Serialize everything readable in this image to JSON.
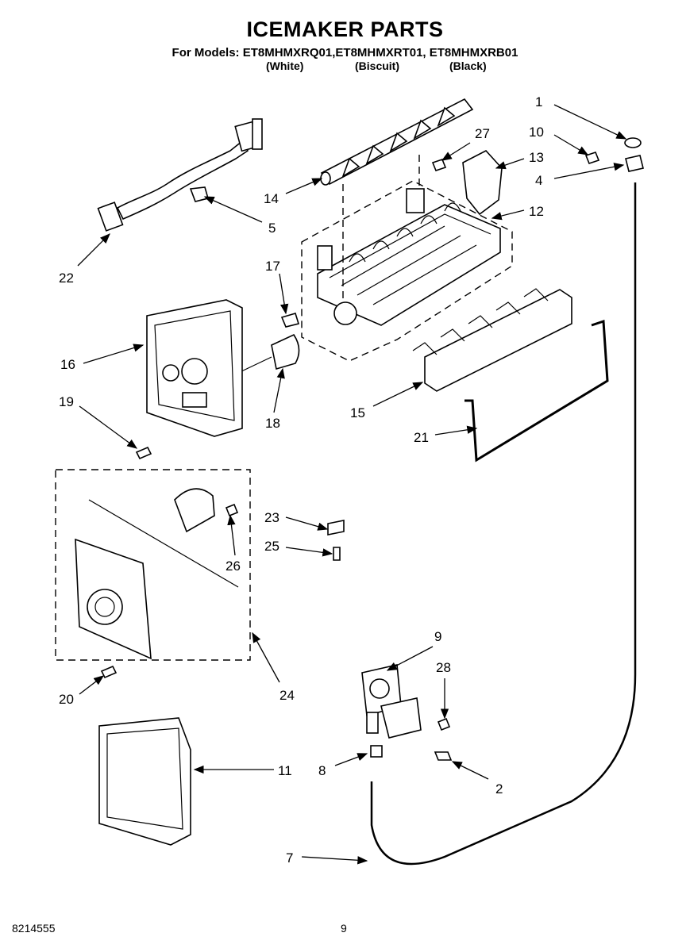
{
  "header": {
    "title": "ICEMAKER PARTS",
    "models_line": "For Models: ET8MHMXRQ01,ET8MHMXRT01, ET8MHMXRB01",
    "colors": [
      "(White)",
      "(Biscuit)",
      "(Black)"
    ]
  },
  "callouts": {
    "c1": "1",
    "c2": "2",
    "c4": "4",
    "c5": "5",
    "c7": "7",
    "c8": "8",
    "c9": "9",
    "c10": "10",
    "c11": "11",
    "c12": "12",
    "c13": "13",
    "c14": "14",
    "c15": "15",
    "c16": "16",
    "c17": "17",
    "c18": "18",
    "c19": "19",
    "c20": "20",
    "c21": "21",
    "c22": "22",
    "c23": "23",
    "c24": "24",
    "c25": "25",
    "c26": "26",
    "c27": "27",
    "c28": "28"
  },
  "footer": {
    "doc_number": "8214555",
    "page_number": "9"
  }
}
